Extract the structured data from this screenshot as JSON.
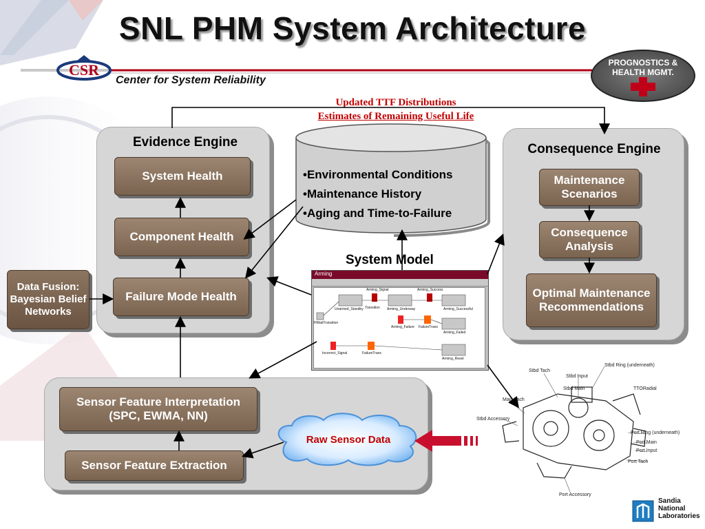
{
  "header": {
    "title": "SNL PHM System Architecture",
    "org": "Center for System Reliability",
    "logo_text": "CSR",
    "badge_text": "PROGNOSTICS & HEALTH MGMT.",
    "sandia_logo": "Sandia National Laboratories"
  },
  "top_annotation": {
    "line1": "Updated TTF Distributions",
    "line2": "Estimates of Remaining Useful Life"
  },
  "evidence_engine": {
    "title": "Evidence Engine",
    "system_health": "System Health",
    "component_health": "Component Health",
    "failure_mode_health": "Failure Mode Health"
  },
  "data_fusion": {
    "text": "Data Fusion: Bayesian Belief Networks"
  },
  "database": {
    "items": [
      "•Environmental Conditions",
      "•Maintenance History",
      "•Aging and Time-to-Failure"
    ]
  },
  "system_model": {
    "title": "System Model",
    "window_title": "Arming",
    "nodes": [
      "Arming_Signal",
      "Arming_Success",
      "Unarmed_Standby",
      "Transition",
      "Arming_Underway",
      "Arming_Successful",
      "Arming_Failure",
      "FailureTrans",
      "Arming_Failed",
      "Incorrect_Signal",
      "FailureTrans",
      "Arming_Reset",
      "HWaitTransition"
    ]
  },
  "consequence_engine": {
    "title": "Consequence Engine",
    "maintenance_scenarios": "Maintenance Scenarios",
    "consequence_analysis": "Consequence Analysis",
    "optimal": "Optimal Maintenance Recommendations"
  },
  "sensor_panel": {
    "interpretation_line1": "Sensor Feature Interpretation",
    "interpretation_line2": "(SPC, EWMA, NN)",
    "extraction": "Sensor Feature Extraction",
    "raw_data": "Raw Sensor Data"
  },
  "engine_diagram": {
    "labels": [
      "Stbd Tach",
      "Stbd Input",
      "Stbd Ring (underneath)",
      "Stbd Main",
      "TTORadial",
      "Main Tach",
      "Stbd Accessory",
      "Port Ring (underneath)",
      "Port Main",
      "Port Input",
      "Port Tach",
      "Port Accessory"
    ]
  }
}
